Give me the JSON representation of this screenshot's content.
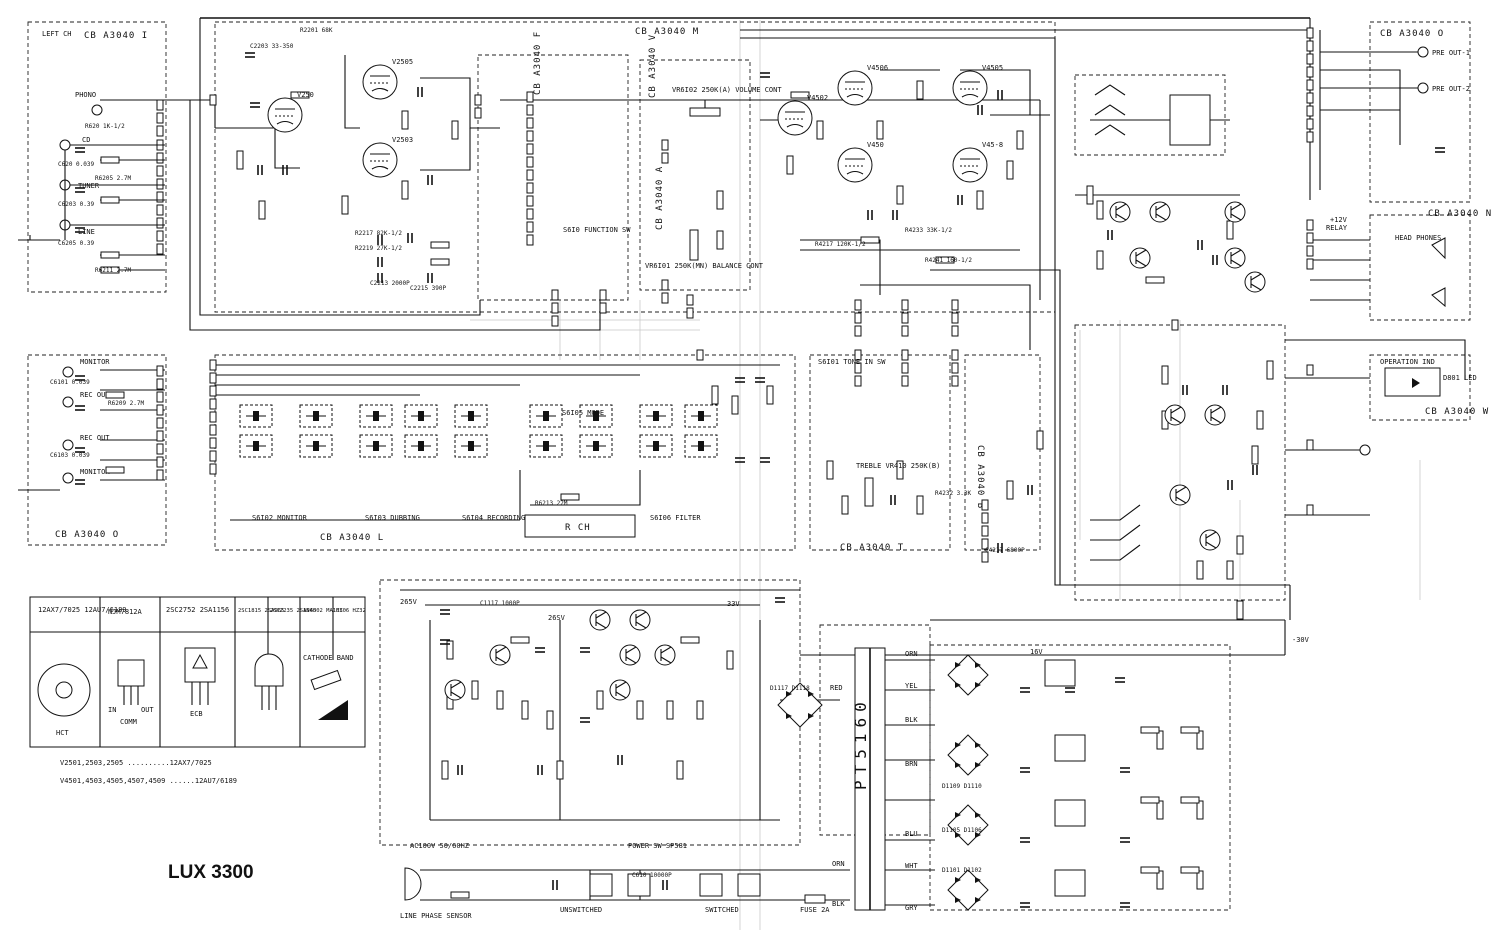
{
  "title": "LUX 3300",
  "boards": {
    "left_ch": "LEFT CH",
    "cb_i": "CB A3040 I",
    "cb_m": "CB A3040 M",
    "cb_f": "CB A3040 F",
    "cb_v": "CB A3040 V",
    "cb_a": "CB A3040 A",
    "cb_o_right": "CB A3040 O",
    "cb_o_left": "CB A3040 O",
    "cb_l": "CB A3040 L",
    "cb_t": "CB A3040 T",
    "cb_b": "CB A3040 B",
    "cb_n": "CB A3040 N",
    "cb_w": "CB A3040 W"
  },
  "inputs": [
    "PHONO",
    "CD",
    "TUNER",
    "LINE"
  ],
  "tape_jacks": [
    "MONITOR",
    "REC OUT",
    "REC OUT",
    "MONITOR"
  ],
  "outputs": [
    "PRE OUT-1",
    "PRE OUT-2"
  ],
  "headphones": "HEAD PHONES",
  "operation_ind": "OPERATION IND",
  "led": "D801 LED",
  "relay": "RELAY",
  "tubes": [
    "V250",
    "V2505",
    "V2503",
    "V4502",
    "V4506",
    "V450",
    "V4505",
    "V45-8"
  ],
  "switches": {
    "function": "S6I0 FUNCTION SW",
    "volume": "VR6I02 250K(A) VOLUME CONT",
    "balance": "VR6I01 250K(MN) BALANCE CONT",
    "tone": "S6I01 TONE IN SW",
    "treble": "TREBLE VR410 250K(B)",
    "monitor": "S6I02 MONITOR",
    "dubbing": "S6I03 DUBBING",
    "recording": "S6I04 RECORDING",
    "mode": "S6I05 MODE",
    "filter": "S6I06 FILTER",
    "power": "POWER SW SP581",
    "unswitched": "UNSWITCHED",
    "switched": "SWITCHED",
    "fuse": "FUSE 2A",
    "line_sensor": "LINE PHASE SENSOR",
    "ac": "AC100V 50/60HZ"
  },
  "rch": "R CH",
  "transformer": "PT5160",
  "legend": {
    "headers": [
      "12AX7/7025 12AU7/6189",
      "NJM7812A",
      "2SC2752 2SA1156",
      "2SC1815 2SA965",
      "2SC2235 2SA965",
      "1N4002 MA165",
      "HZ06 HZ32"
    ],
    "cathode": "CATHODE BAND",
    "hct": "HCT",
    "in": "IN",
    "out": "OUT",
    "comm": "COMM",
    "ecb": "ECB",
    "note1": "V2501,2503,2505 ..........12AX7/7025",
    "note2": "V4501,4503,4505,4507,4509 ......12AU7/6189"
  },
  "parts": [
    "R620 1K-1/2",
    "C620 0.039",
    "R6205 2.7M",
    "C6203 0.39",
    "C6205 0.39",
    "R6211 2.7M",
    "C6101 0.039",
    "R6209 2.7M",
    "C6103 0.039",
    "R2201 68K",
    "C2203 33-350",
    "R2217 82K-1/2",
    "R2219 27K-1/2",
    "C2213 2000P",
    "C2215 390P",
    "R4217 120K-1/2",
    "R4241 160-1/2",
    "R4233 33K-1/2",
    "C1117 1000P",
    "C610 10000P",
    "D1117 D1118",
    "R4232 3.3K",
    "C4217 6800P",
    "R6213 22M",
    "D1109 D1110",
    "D1105 D1106",
    "D1101 D1102"
  ],
  "psu_labels": [
    "ORN",
    "YEL",
    "BLK",
    "BRN",
    "RED",
    "BLU",
    "WHT",
    "GRY",
    "ORN",
    "BLK"
  ],
  "rails": [
    "265V",
    "26SV",
    "33V",
    "+12V",
    "-30V",
    "16V"
  ]
}
